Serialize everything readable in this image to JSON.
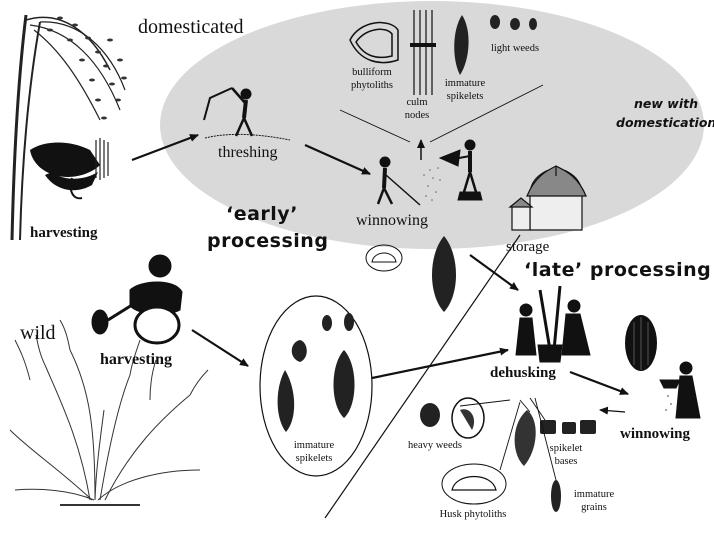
{
  "labels": {
    "domesticated": "domesticated",
    "wild": "wild",
    "harvesting_dom": "harvesting",
    "harvesting_wild": "harvesting",
    "threshing": "threshing",
    "winnowing_early": "winnowing",
    "early_processing_1": "‘early’",
    "early_processing_2": "processing",
    "storage": "storage",
    "late_processing": "‘late’ processing",
    "dehusking": "dehusking",
    "winnowing_late": "winnowing",
    "new_with_1": "new with",
    "new_with_2": "domestication"
  },
  "byproducts_top": {
    "bulliform_1": "bulliform",
    "bulliform_2": "phytoliths",
    "culm_1": "culm",
    "culm_2": "nodes",
    "immature_1": "immature",
    "immature_2": "spikelets",
    "light_weeds": "light weeds"
  },
  "byproducts_bottom": {
    "immature_1": "immature",
    "immature_2": "spikelets",
    "heavy_weeds": "heavy weeds",
    "spikelet_1": "spikelet",
    "spikelet_2": "bases",
    "husk": "Husk phytoliths",
    "grains_1": "immature",
    "grains_2": "grains"
  },
  "colors": {
    "domesticated_zone": "#d9d9d9",
    "ink": "#111111"
  }
}
